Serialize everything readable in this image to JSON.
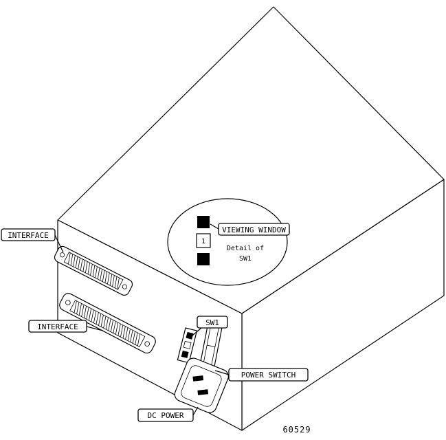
{
  "figure": {
    "number": "60529"
  },
  "labels": {
    "interface_top": "INTERFACE",
    "interface_bottom": "INTERFACE",
    "sw1": "SW1",
    "power_switch": "POWER SWITCH",
    "dc_power": "DC POWER",
    "viewing_window": "VIEWING WINDOW"
  },
  "detail": {
    "line1": "Detail of",
    "line2": "SW1",
    "switch_position": "1"
  },
  "colors": {
    "line": "#000000",
    "background": "#ffffff"
  }
}
